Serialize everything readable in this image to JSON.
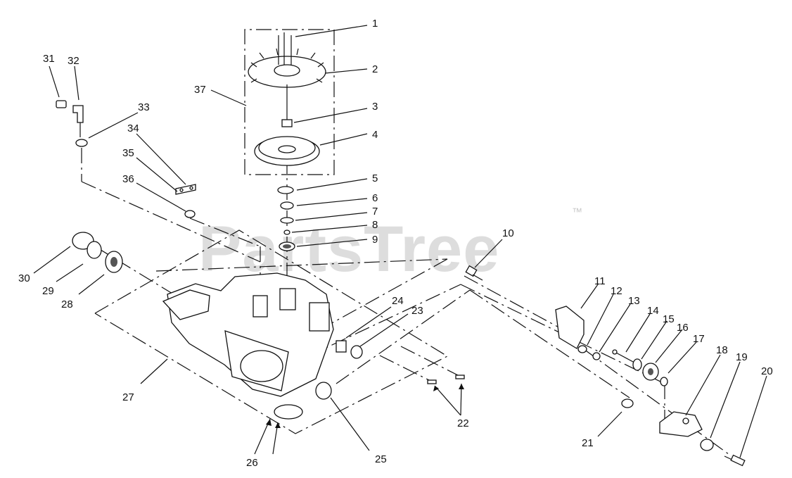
{
  "watermark": {
    "text": "PartsTree",
    "trademark": "™"
  },
  "callouts": [
    "1",
    "2",
    "3",
    "4",
    "5",
    "6",
    "7",
    "8",
    "9",
    "10",
    "11",
    "12",
    "13",
    "14",
    "15",
    "16",
    "17",
    "18",
    "19",
    "20",
    "21",
    "22",
    "23",
    "24",
    "25",
    "26",
    "27",
    "28",
    "29",
    "30",
    "31",
    "32",
    "33",
    "34",
    "35",
    "36",
    "37"
  ]
}
